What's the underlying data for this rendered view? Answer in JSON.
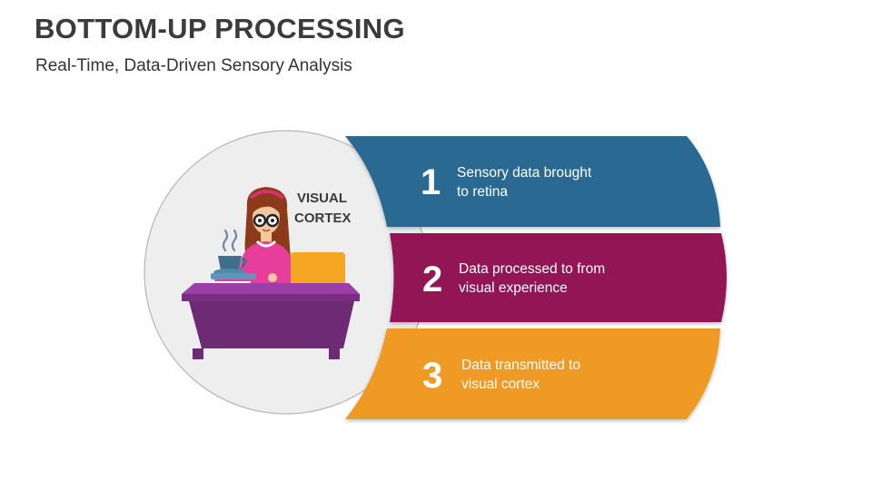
{
  "slide": {
    "title": "BOTTOM-UP PROCESSING",
    "subtitle": "Real-Time, Data-Driven Sensory Analysis"
  },
  "circle": {
    "label_line1": "VISUAL",
    "label_line2": "CORTEX"
  },
  "steps": [
    {
      "number": "1",
      "line1": "Sensory data brought",
      "line2": "to retina",
      "color": "#2a6b92"
    },
    {
      "number": "2",
      "line1": "Data processed to from",
      "line2": "visual experience",
      "color": "#921556"
    },
    {
      "number": "3",
      "line1": "Data transmitted to",
      "line2": "visual cortex",
      "color": "#f09a26"
    }
  ],
  "colors": {
    "circle_fill": "#eeeeee",
    "circle_stroke": "#b5b5b5",
    "desk": "#6e2a74",
    "laptop": "#f5a623",
    "shirt": "#e63e9a",
    "hair": "#8b3a1a"
  },
  "icons": [
    "woman-at-desk-illustration",
    "laptop-icon",
    "coffee-cup-icon",
    "book-stack-icon"
  ]
}
